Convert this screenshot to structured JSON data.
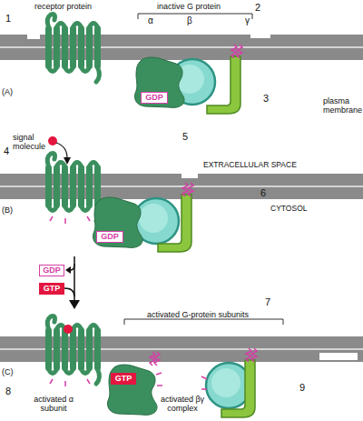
{
  "diagram": {
    "nodes": [
      {
        "text": [
          "GDP"
        ]
      },
      {
        "text": [
          "GDP"
        ]
      },
      {
        "text": [
          "GDP"
        ]
      },
      {
        "text": [
          "GTP"
        ]
      },
      {
        "text": [
          "GTP"
        ]
      }
    ],
    "labels": [
      "receptor protein",
      "inactive G protein",
      "2",
      "1",
      "α",
      "β",
      "γ",
      "(A)",
      "3",
      "plasma membrane",
      "4",
      "signal molecule",
      "5",
      "EXTRACELLULAR SPACE",
      "(B)",
      "6",
      "CYTOSOL",
      "activated G-protein subunits",
      "7",
      "(C)",
      "8",
      "activated α subunit",
      "activated βγ complex",
      "9"
    ]
  }
}
